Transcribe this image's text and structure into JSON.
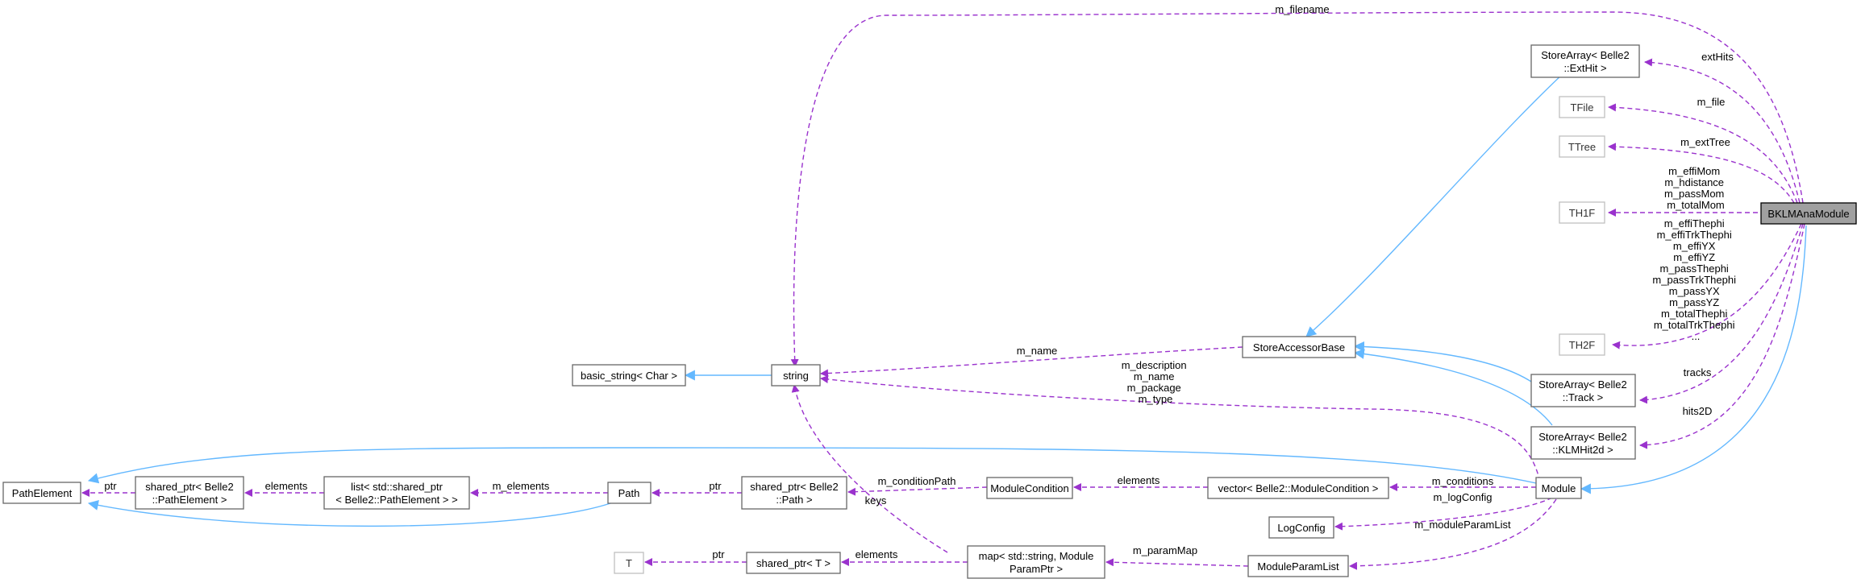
{
  "nodes": {
    "bklm": [
      "BKLMAnaModule"
    ],
    "storearray_exthit": [
      "StoreArray< Belle2",
      "::ExtHit >"
    ],
    "tfile": [
      "TFile"
    ],
    "ttree": [
      "TTree"
    ],
    "th1f": [
      "TH1F"
    ],
    "th2f": [
      "TH2F"
    ],
    "storearray_track": [
      "StoreArray< Belle2",
      "::Track >"
    ],
    "storearray_klmhit": [
      "StoreArray< Belle2",
      "::KLMHit2d >"
    ],
    "storeaccessorbase": [
      "StoreAccessorBase"
    ],
    "string": [
      "string"
    ],
    "basic_string": [
      "basic_string< Char >"
    ],
    "module": [
      "Module"
    ],
    "vector_modcond": [
      "vector< Belle2::ModuleCondition >"
    ],
    "logconfig": [
      "LogConfig"
    ],
    "moduleparamlist": [
      "ModuleParamList"
    ],
    "modulecondition": [
      "ModuleCondition"
    ],
    "shared_ptr_path": [
      "shared_ptr< Belle2",
      "::Path >"
    ],
    "path": [
      "Path"
    ],
    "list_sp": [
      "list< std::shared_ptr",
      "< Belle2::PathElement > >"
    ],
    "shared_ptr_pe": [
      "shared_ptr< Belle2",
      "::PathElement >"
    ],
    "pathelement": [
      "PathElement"
    ],
    "map_param": [
      "map< std::string, Module",
      "ParamPtr >"
    ],
    "shared_ptr_t": [
      "shared_ptr< T >"
    ],
    "t": [
      "T"
    ]
  },
  "edge_labels": {
    "m_filename": [
      "m_filename"
    ],
    "extHits": [
      "extHits"
    ],
    "m_file": [
      "m_file"
    ],
    "m_extTree": [
      "m_extTree"
    ],
    "th1f": [
      "m_effiMom",
      "m_hdistance",
      "m_passMom",
      "m_totalMom"
    ],
    "th2f": [
      "m_effiThephi",
      "m_effiTrkThephi",
      "m_effiYX",
      "m_effiYZ",
      "m_passThephi",
      "m_passTrkThephi",
      "m_passYX",
      "m_passYZ",
      "m_totalThephi",
      "m_totalTrkThephi",
      "..."
    ],
    "tracks": [
      "tracks"
    ],
    "hits2D": [
      "hits2D"
    ],
    "m_name": [
      "m_name"
    ],
    "module_string": [
      "m_description",
      "m_name",
      "m_package",
      "m_type"
    ],
    "m_conditions": [
      "m_conditions"
    ],
    "m_logConfig": [
      "m_logConfig"
    ],
    "m_moduleParamList": [
      "m_moduleParamList"
    ],
    "elements_cond": [
      "elements"
    ],
    "m_conditionPath": [
      "m_conditionPath"
    ],
    "ptr_path": [
      "ptr"
    ],
    "m_elements": [
      "m_elements"
    ],
    "elements_list": [
      "elements"
    ],
    "ptr_pe": [
      "ptr"
    ],
    "m_paramMap": [
      "m_paramMap"
    ],
    "elements_map": [
      "elements"
    ],
    "keys": [
      "keys"
    ],
    "ptr_t": [
      "ptr"
    ]
  },
  "colors": {
    "inheritance": "#63b8ff",
    "usage": "#9a32cd",
    "focus_fill": "#a0a0a0"
  }
}
